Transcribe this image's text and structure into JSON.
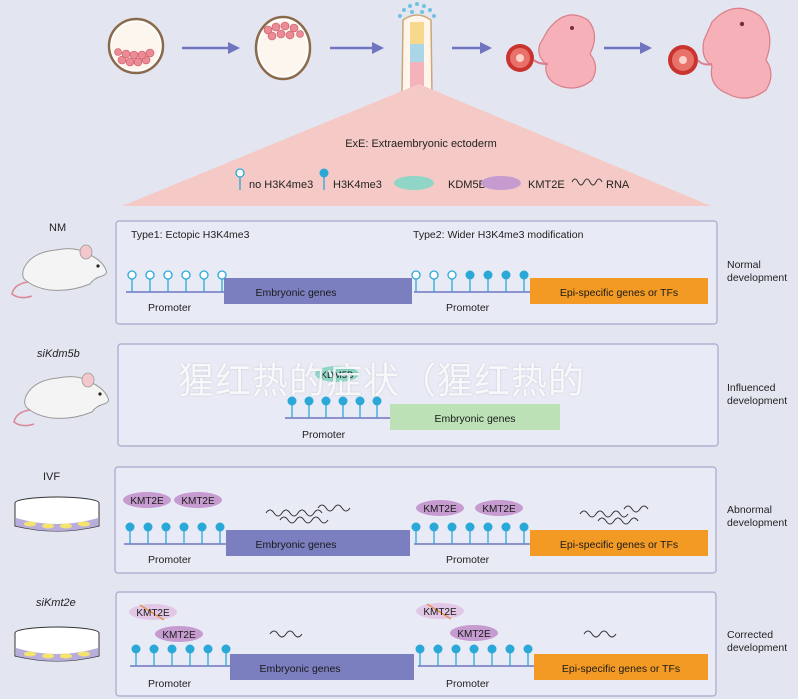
{
  "exe_label": "ExE: Extraembryonic ectoderm",
  "legend": {
    "no_h3k4me3": "no H3K4me3",
    "h3k4me3": "H3K4me3",
    "kdm5b": "KDM5B",
    "kmt2e": "KMT2E",
    "rna": "RNA"
  },
  "colors": {
    "background": "#e3e6f1",
    "panel_border": "#a9a6cc",
    "triangle": "#f5c9c6",
    "marker": "#2aa9d8",
    "embryonic_gene": "#7b7fbf",
    "epi_gene": "#f29a24",
    "influenced_gene": "#bde1b6",
    "kdm5b": "#8fd6c6",
    "kmt2e": "#c69bd0"
  },
  "panels": [
    {
      "condition": "NM",
      "outcome_line1": "Normal",
      "outcome_line2": "development",
      "type1_label": "Type1: Ectopic H3K4me3",
      "type2_label": "Type2: Wider H3K4me3 modification",
      "left_promoter": "Promoter",
      "left_gene": "Embryonic genes",
      "right_promoter": "Promoter",
      "right_gene": "Epi-specific genes or TFs"
    },
    {
      "condition": "siKdm5b",
      "outcome_line1": "Influenced",
      "outcome_line2": "development",
      "kdm5b_label": "KDM5B",
      "promoter": "Promoter",
      "gene": "Embryonic genes"
    },
    {
      "condition": "IVF",
      "outcome_line1": "Abnormal",
      "outcome_line2": "development",
      "kmt2e_label": "KMT2E",
      "left_promoter": "Promoter",
      "left_gene": "Embryonic genes",
      "right_promoter": "Promoter",
      "right_gene": "Epi-specific genes or TFs"
    },
    {
      "condition": "siKmt2e",
      "outcome_line1": "Corrected",
      "outcome_line2": "development",
      "kmt2e_label": "KMT2E",
      "left_promoter": "Promoter",
      "left_gene": "Embryonic genes",
      "right_promoter": "Promoter",
      "right_gene": "Epi-specific genes or TFs"
    }
  ],
  "watermark": "猩红热的症状（猩红热的"
}
